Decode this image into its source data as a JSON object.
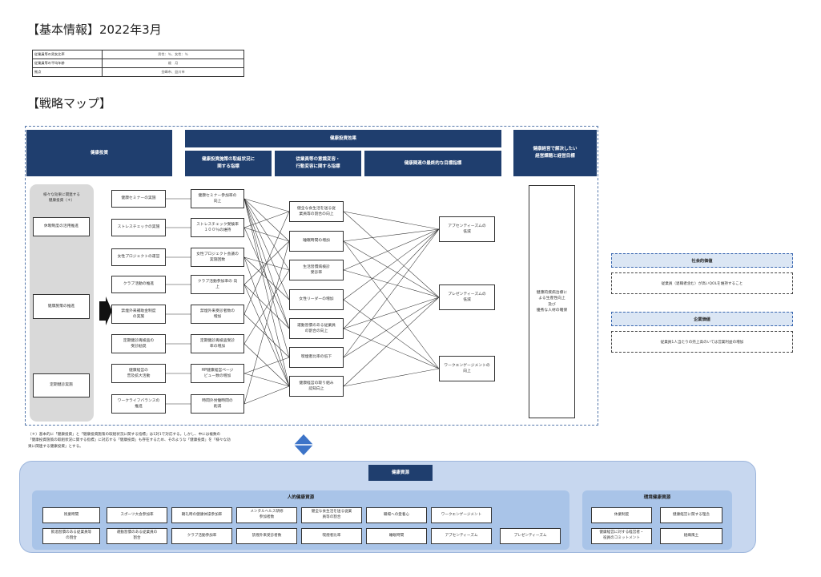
{
  "basic_info": {
    "title": "【基本情報】2022年3月",
    "rows": [
      {
        "label": "従業員等の男女比率",
        "value": "男性：％、女性：％"
      },
      {
        "label": "従業員等の平均年齢",
        "value": "歳　月"
      },
      {
        "label": "拠点",
        "value": "金峰市、益川市"
      }
    ]
  },
  "strategy_map": {
    "title": "【戦略マップ】",
    "headers": {
      "investment": "健康投資",
      "effects": "健康投資効果",
      "col1": "健康投資施策の取組状況に\n関する指標",
      "col2": "従業員等の意識変容・\n行動変容に関する指標",
      "col3": "健康関連の最終的な目標指標",
      "management": "健康経営で解決したい\n経営課題と経営目標"
    },
    "gray_note": "様々な効果に関連する\n健康投資（＊）",
    "investments": [
      "休暇制度の活用推進",
      "健康施策の推進",
      "定期健診実施"
    ],
    "measures": [
      "健康セミナーの実施",
      "ストレスチェックの実施",
      "女性プロジェクトの運営",
      "クラブ活動の推進",
      "禁煙外来補助金制度\nの実施",
      "定期健診再検査の\n受診勧奨",
      "健康経営の\n普及拡大活動",
      "ワークライフバランスの\n推進"
    ],
    "indicators1": [
      "健康セミナー参加率の\n向上",
      "ストレスチェック受験率\n１００％の維持",
      "女性プロジェクト会議の\n実施回数",
      "クラブ活動参加率の 向\n上",
      "禁煙外来受診者数の\n増加",
      "定期健診再検査受診\n率の増加",
      "HP健康経営ページ\nビュー数の増加",
      "時間外労働時間の\n削減"
    ],
    "indicators2": [
      "健全な食生活を送る従\n業員等の割合の向上",
      "睡眠時間の増加",
      "生活習慣病検診\n受診率",
      "女性リーダーの増加",
      "運動習慣のある従業員\nの割合の向上",
      "喫煙者比率の低下",
      "健康経営の取り組み\n認知向上"
    ],
    "goals": [
      "アブセンティーズムの\n低減",
      "プレゼンティーズムの\n低減",
      "ワークエンゲージメントの\n向上"
    ],
    "management_box": "健康的疾病治療に\nよる生産性向上\n及び\n優秀な人材の確保",
    "footnote": "（＊）基本的に「健康投資」と「健康投資施策の取組状況に関する指標」は1対1で対応する。しかし、中には複数の\n「健康投資施策の取組状況に関する指標」に対応する「健康投資」も存在するため、そのような「健康投資」を「様々な効\n果に関連する健康投資」とする。"
  },
  "values": {
    "social_title": "社会的価値",
    "social_text": "従業員（退職者含む）が高いQOLを維持すること",
    "corporate_title": "企業価値",
    "corporate_text": "従業員1人当たりの売上高のいては営業利益の増加"
  },
  "resources": {
    "title": "健康資源",
    "human_title": "人的健康資源",
    "human_row1": [
      "残業時間",
      "スポーツ大会参加率",
      "朝礼時の健康体操参加率",
      "メンタルヘルス研修\n参加者数",
      "健全な食生活を送る従業\n員等の割合",
      "職場への愛着心",
      "ワークエンゲージメント"
    ],
    "human_row2": [
      "飲酒習慣のある従業員等\nの割合",
      "運動習慣のある従業員の\n割合",
      "クラブ活動参加率",
      "禁煙外来受診者数",
      "喫煙者比率",
      "睡眠時間",
      "アブセンティーズム",
      "プレゼンティーズム"
    ],
    "env_title": "環境健康資源",
    "env_row1": [
      "休業制度",
      "健康経営に関する理念"
    ],
    "env_row2": [
      "健康経営に対する経営者・\n役員のコミットメント",
      "組織風土"
    ]
  }
}
